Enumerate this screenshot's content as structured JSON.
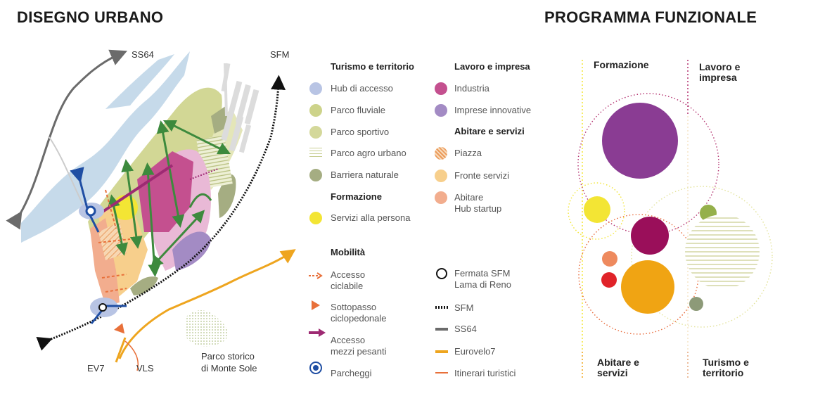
{
  "titles": {
    "left": "DISEGNO URBANO",
    "right": "PROGRAMMA FUNZIONALE"
  },
  "map_labels": {
    "ss64": "SS64",
    "sfm": "SFM",
    "ev7": "EV7",
    "vls": "VLS",
    "parco_line1": "Parco storico",
    "parco_line2": "di Monte Sole"
  },
  "legend": {
    "turismo": {
      "heading": "Turismo e territorio",
      "items": [
        "Hub di accesso",
        "Parco fluviale",
        "Parco sportivo",
        "Parco agro urbano",
        "Barriera naturale"
      ]
    },
    "formazione": {
      "heading": "Formazione",
      "items": [
        "Servizi alla  persona"
      ]
    },
    "lavoro": {
      "heading": "Lavoro e impresa",
      "items": [
        "Industria",
        "Imprese innovative"
      ]
    },
    "abitare": {
      "heading": "Abitare e servizi",
      "items": [
        "Piazza",
        "Fronte servizi"
      ],
      "startup_line1": "Abitare",
      "startup_line2": "Hub startup"
    },
    "mobilita": {
      "heading": "Mobilità",
      "accesso_ciclabile_1": "Accesso",
      "accesso_ciclabile_2": " ciclabile",
      "sottopasso_1": "Sottopasso",
      "sottopasso_2": "ciclopedonale",
      "mezzi_1": "Accesso",
      "mezzi_2": "mezzi pesanti",
      "parcheggi": "Parcheggi",
      "fermata_1": "Fermata SFM",
      "fermata_2": "Lama di Reno",
      "sfm": "SFM",
      "ss64": "SS64",
      "eurovelo": "Eurovelo7",
      "itinerari": "Itinerari turistici"
    }
  },
  "programma": {
    "formazione": "Formazione",
    "lavoro_1": "Lavoro e",
    "lavoro_2": "impresa",
    "abitare_1": "Abitare e",
    "abitare_2": "servizi",
    "turismo_1": "Turismo e",
    "turismo_2": "territorio"
  },
  "colors": {
    "hub": "#b8c4e4",
    "parco_fluviale": "#cdd38a",
    "parco_sportivo": "#d4d89a",
    "agro": "#d6d9a8",
    "barriera": "#a5ad82",
    "servizi_persona": "#f3e534",
    "industria": "#c4508f",
    "innovative": "#a38bc4",
    "piazza": "#f0b88a",
    "fronte": "#f7cf8c",
    "startup": "#f2ad8e",
    "ciclabile": "#e8703a",
    "mezzi": "#9e2a73",
    "parcheggi": "#1f4ea3",
    "eurovelo": "#eea51f",
    "itinerari": "#e8703a",
    "purple_big": "#8a3c93",
    "magenta": "#9a0f5a",
    "orange_big": "#f0a413",
    "red": "#e02329",
    "salmon": "#ee8a5e",
    "green_small": "#95b04b",
    "grey_green": "#8d9a78"
  }
}
